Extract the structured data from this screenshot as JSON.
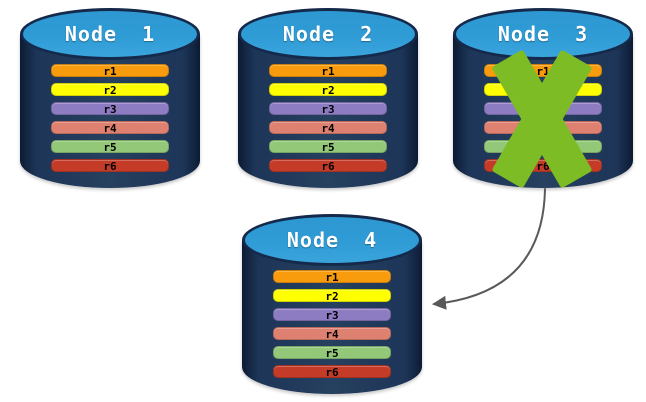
{
  "colors": {
    "background": "#ffffff",
    "cylinder_body": "#26405f",
    "cylinder_body_edge": "#0c1b33",
    "cylinder_top": "#2f9cd6",
    "cylinder_border": "#152a4b",
    "node_title_text": "#ffffff",
    "row_text": "#000000"
  },
  "nodes": [
    {
      "label": "Node 1",
      "failed": false,
      "rows": [
        {
          "label": "r1",
          "color": "#f89c0d"
        },
        {
          "label": "r2",
          "color": "#ffff00"
        },
        {
          "label": "r3",
          "color": "#8e7cc3"
        },
        {
          "label": "r4",
          "color": "#df8170"
        },
        {
          "label": "r5",
          "color": "#92c878"
        },
        {
          "label": "r6",
          "color": "#c43b28"
        }
      ]
    },
    {
      "label": "Node 2",
      "failed": false,
      "rows": [
        {
          "label": "r1",
          "color": "#f89c0d"
        },
        {
          "label": "r2",
          "color": "#ffff00"
        },
        {
          "label": "r3",
          "color": "#8e7cc3"
        },
        {
          "label": "r4",
          "color": "#df8170"
        },
        {
          "label": "r5",
          "color": "#92c878"
        },
        {
          "label": "r6",
          "color": "#c43b28"
        }
      ]
    },
    {
      "label": "Node 3",
      "failed": true,
      "rows": [
        {
          "label": "r1",
          "color": "#f89c0d"
        },
        {
          "label": "r2",
          "color": "#ffff00"
        },
        {
          "label": "r3",
          "color": "#8e7cc3"
        },
        {
          "label": "r4",
          "color": "#df8170"
        },
        {
          "label": "r5",
          "color": "#92c878"
        },
        {
          "label": "r6",
          "color": "#c43b28"
        }
      ]
    },
    {
      "label": "Node 4",
      "failed": false,
      "rows": [
        {
          "label": "r1",
          "color": "#f89c0d"
        },
        {
          "label": "r2",
          "color": "#ffff00"
        },
        {
          "label": "r3",
          "color": "#8e7cc3"
        },
        {
          "label": "r4",
          "color": "#df8170"
        },
        {
          "label": "r5",
          "color": "#92c878"
        },
        {
          "label": "r6",
          "color": "#c43b28"
        }
      ]
    }
  ],
  "failure_x": {
    "color": "#7ebc26"
  },
  "arrow": {
    "color": "#595959"
  }
}
